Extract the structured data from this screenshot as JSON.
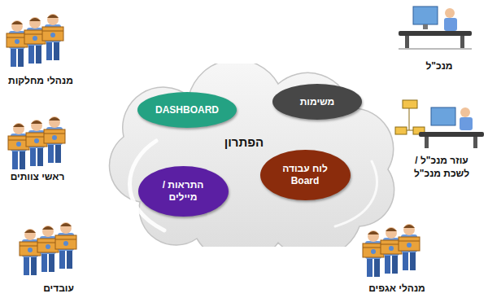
{
  "diagram": {
    "nodes": [
      {
        "text": [
          "הפתרון"
        ]
      },
      {
        "text": [
          "משימות"
        ],
        "in": 0
      },
      {
        "text": [
          "DASHBOARD"
        ],
        "in": 0
      },
      {
        "text": [
          "לוח עבודה Board"
        ],
        "in": 0
      },
      {
        "text": [
          "התראות / מיילים"
        ],
        "in": 0
      }
    ],
    "labels": [
      "מנכ\"ל",
      "מנהלי מחלקות",
      "עוזר מנכ\"ל / לשכת מנכ\"ל",
      "ראשי צוותים",
      "מנהלי אגפים",
      "עובדים"
    ]
  }
}
